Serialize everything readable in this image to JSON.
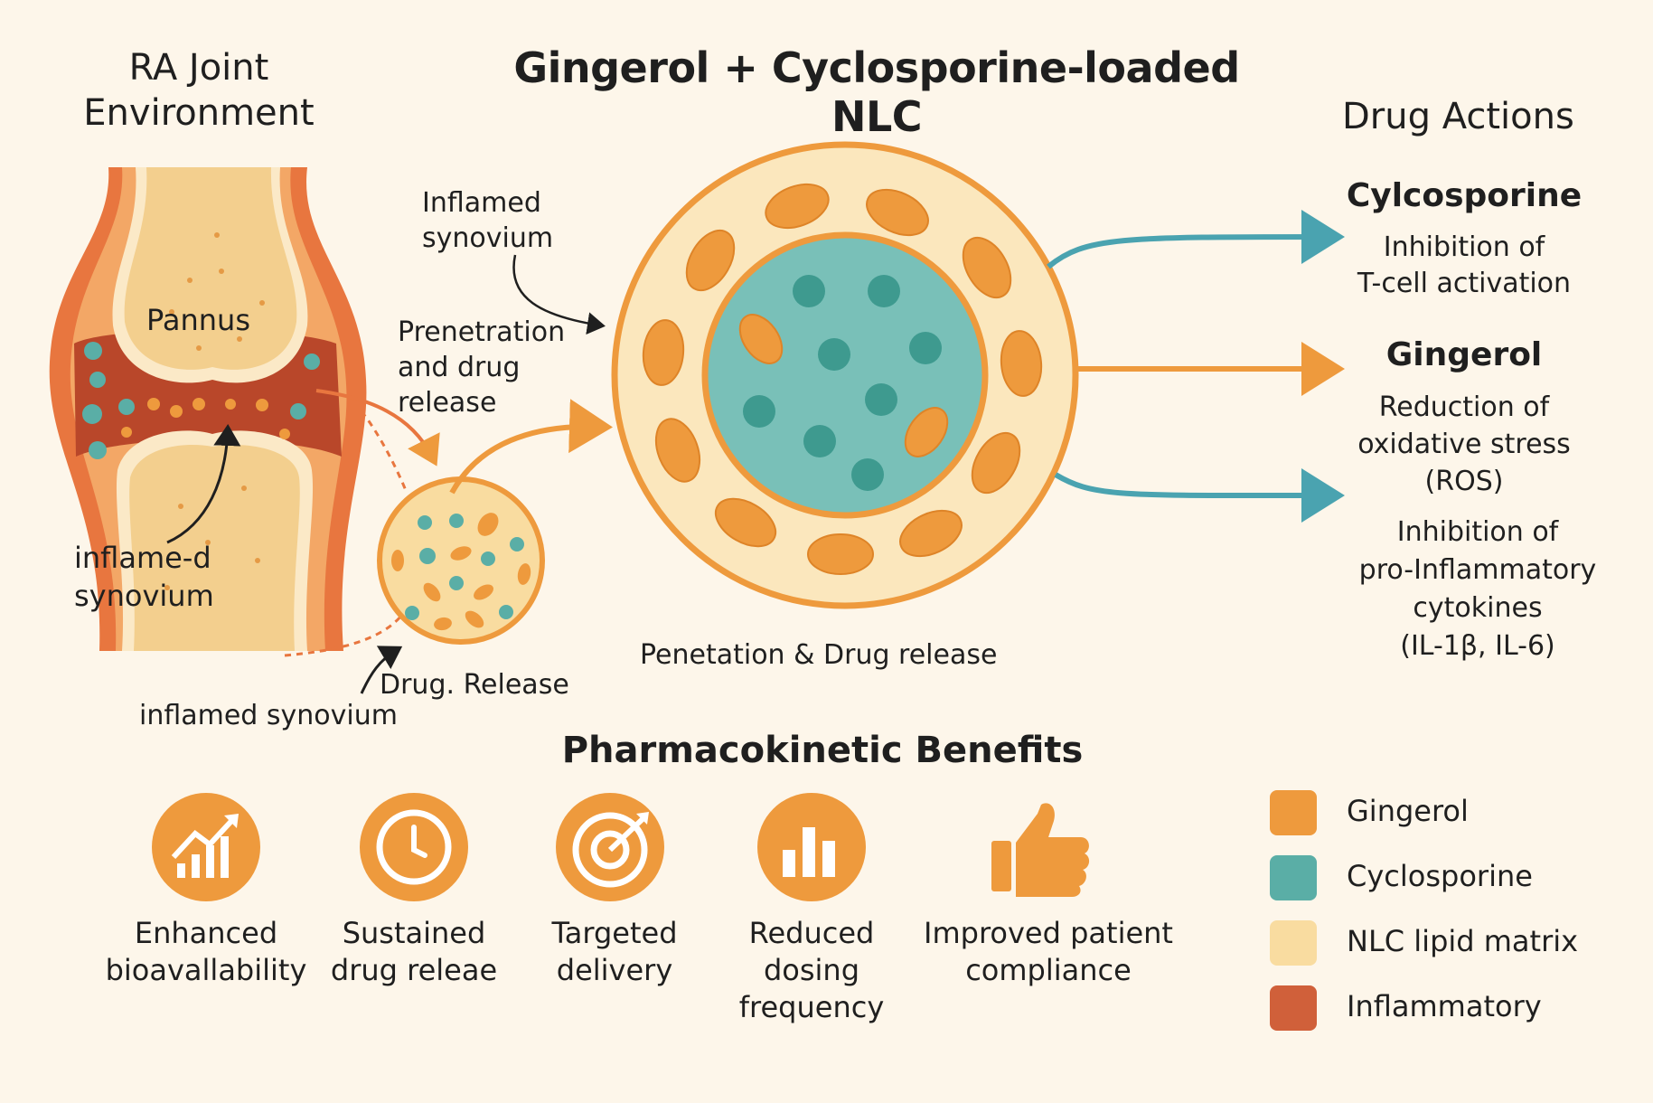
{
  "title": "Gingerol + Cyclosporine-loaded NLC",
  "joint": {
    "title_lines": [
      "RA Joint",
      "Environment"
    ],
    "pannus": "Pannus",
    "inflamed_lines": [
      "inflame-d",
      "synovium"
    ],
    "inflamed_bottom": "inflamed synovium"
  },
  "annotations": {
    "inflamed_synovium_lines": [
      "Inflamed",
      "synovium"
    ],
    "penetration_lines": [
      "Prenetration",
      "and drug",
      "release"
    ],
    "drug_release": "Drug. Release",
    "penetation_caption": "Penetation & Drug release"
  },
  "drug_actions": {
    "title": "Drug Actions",
    "cyclosporine": {
      "name": "Cylcosporine",
      "lines": [
        "Inhibition of",
        "T-cell activation"
      ]
    },
    "gingerol": {
      "name": "Gingerol",
      "lines1": [
        "Reduction of",
        "oxidative stress",
        "(ROS)"
      ],
      "lines2": [
        "Inhibition of",
        "pro-Inflammatory",
        "cytokines",
        "(IL-1β, IL-6)"
      ]
    }
  },
  "benefits": {
    "title": "Pharmacokinetic Benefits",
    "items": [
      {
        "icon": "growth-chart-icon",
        "lines": [
          "Enhanced",
          "bioavallability"
        ]
      },
      {
        "icon": "clock-icon",
        "lines": [
          "Sustained",
          "drug releae"
        ]
      },
      {
        "icon": "target-icon",
        "lines": [
          "Targeted",
          "delivery"
        ]
      },
      {
        "icon": "bar-chart-icon",
        "lines": [
          "Reduced",
          "dosing",
          "frequency"
        ]
      },
      {
        "icon": "thumbs-up-icon",
        "lines": [
          "Improved patient",
          "compliance"
        ]
      }
    ]
  },
  "legend": [
    {
      "label": "Gingerol",
      "color": "#ee9a3d"
    },
    {
      "label": "Cyclosporine",
      "color": "#5aaea6"
    },
    {
      "label": "NLC lipid matrix",
      "color": "#f9dca0"
    },
    {
      "label": "Inflammatory",
      "color": "#d0603a"
    }
  ],
  "colors": {
    "orange": "#ee9a3d",
    "teal": "#5aaea6",
    "lipid": "#f9dca0",
    "inflammatory": "#d0603a",
    "arrow_teal": "#4aa3b0",
    "background": "#fdf6ea"
  }
}
